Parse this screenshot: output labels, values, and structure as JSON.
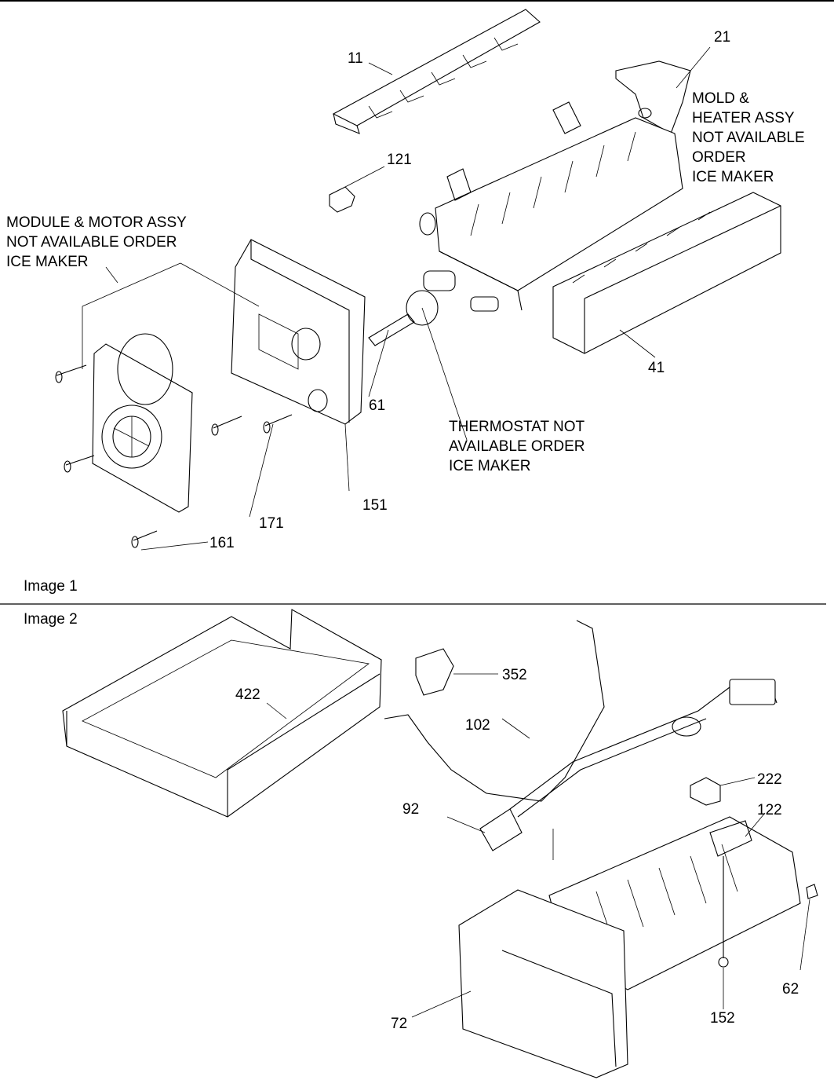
{
  "images": [
    {
      "title": "Image 1",
      "callouts": [
        "11",
        "21",
        "121",
        "41",
        "61",
        "151",
        "171",
        "161"
      ],
      "notes": {
        "module": [
          "MODULE & MOTOR ASSY",
          "NOT AVAILABLE ORDER",
          "ICE MAKER"
        ],
        "mold": [
          "MOLD &",
          "HEATER ASSY",
          "NOT AVAILABLE",
          "ORDER",
          "ICE MAKER"
        ],
        "thermostat": [
          "THERMOSTAT NOT",
          "AVAILABLE ORDER",
          "ICE MAKER"
        ]
      }
    },
    {
      "title": "Image 2",
      "callouts": [
        "422",
        "352",
        "102",
        "92",
        "222",
        "122",
        "72",
        "152",
        "62"
      ]
    }
  ]
}
